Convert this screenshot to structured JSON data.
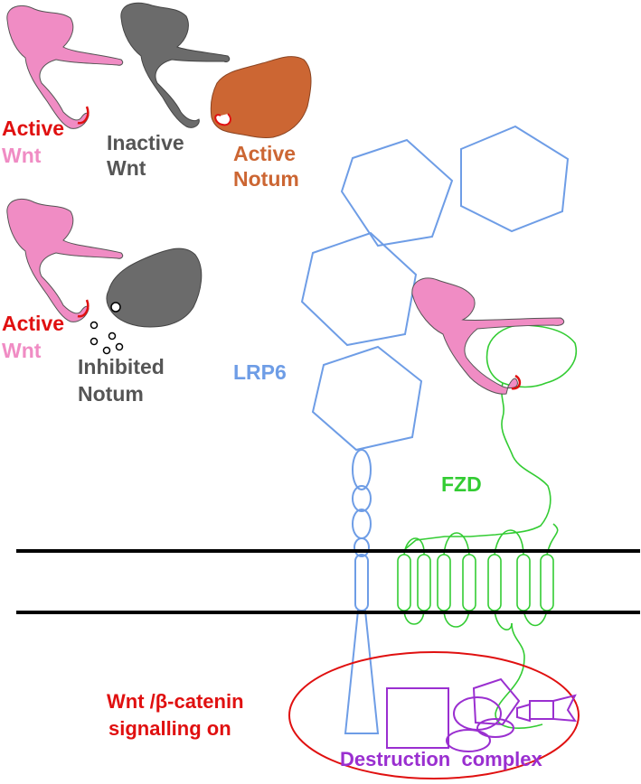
{
  "colors": {
    "active_wnt": "#f08cc4",
    "inactive": "#6b6b6b",
    "notum": "#cc6633",
    "lrp6": "#6e9de6",
    "fzd": "#33cc33",
    "signal": "#e01010",
    "destruction": "#9a2fd0",
    "membrane": "#000000"
  },
  "labels": {
    "top_left_active": "Active",
    "top_left_wnt": "Wnt",
    "inactive_line1": "Inactive",
    "inactive_line2": "Wnt",
    "notum_line1": "Active",
    "notum_line2": "Notum",
    "mid_active": "Active",
    "mid_wnt": "Wnt",
    "inhibited_line1": "Inhibited",
    "inhibited_line2": "Notum",
    "lrp6": "LRP6",
    "fzd": "FZD",
    "signal_line1": "Wnt /β-catenin",
    "signal_line2": "signalling on",
    "destruction": "Destruction  complex"
  }
}
